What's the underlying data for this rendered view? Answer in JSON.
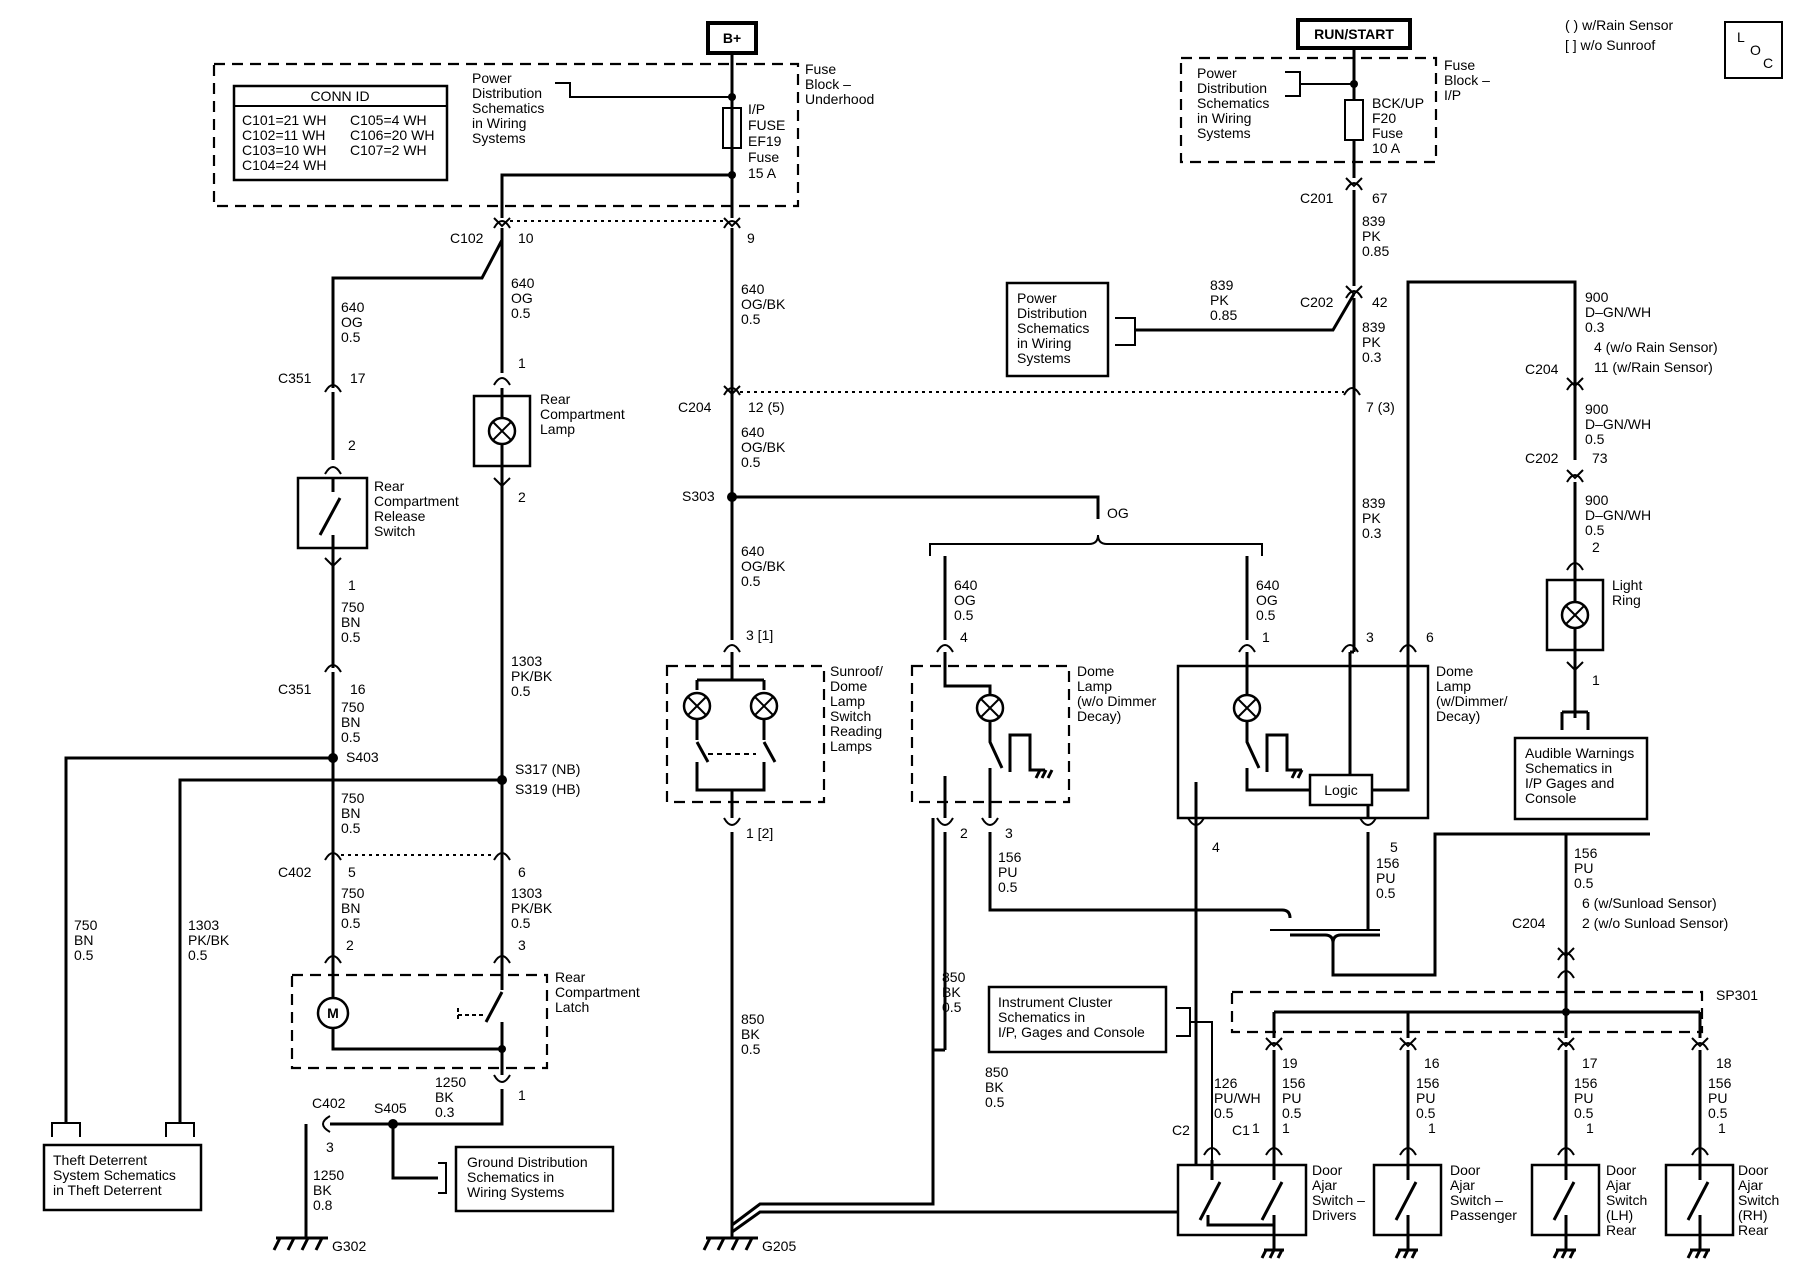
{
  "sources": {
    "b_plus": "B+",
    "run_start": "RUN/START"
  },
  "legend": {
    "rain": "( ) w/Rain Sensor",
    "sunroof": "[ ] w/o Sunroof",
    "loc": [
      "L",
      "O",
      "C"
    ]
  },
  "conn_id": {
    "title": "CONN ID",
    "rows": [
      "C101=21 WH",
      "C102=11 WH",
      "C103=10 WH",
      "C104=24 WH"
    ],
    "rows2": [
      "C105=4 WH",
      "C106=20 WH",
      "C107=2 WH"
    ]
  },
  "references": {
    "power_dist": [
      "Power",
      "Distribution",
      "Schematics",
      "in Wiring",
      "Systems"
    ],
    "audible": [
      "Audible Warnings",
      "Schematics in",
      "I/P Gages and",
      "Console"
    ],
    "cluster": [
      "Instrument Cluster",
      "Schematics in",
      "I/P, Gages and Console"
    ],
    "ground": [
      "Ground Distribution",
      "Schematics in",
      "Wiring Systems"
    ],
    "theft": [
      "Theft Deterrent",
      "System Schematics",
      "in Theft Deterrent"
    ]
  },
  "fuse_blocks": {
    "underhood": [
      "Fuse",
      "Block –",
      "Underhood"
    ],
    "ip": [
      "Fuse",
      "Block –",
      "I/P"
    ],
    "ef19": [
      "I/P",
      "FUSE",
      "EF19",
      "Fuse",
      "15 A"
    ],
    "f20": [
      "BCK/UP",
      "F20",
      "Fuse",
      "10 A"
    ]
  },
  "components": {
    "rear_lamp": [
      "Rear",
      "Compartment",
      "Lamp"
    ],
    "release_switch": [
      "Rear",
      "Compartment",
      "Release",
      "Switch"
    ],
    "latch": [
      "Rear",
      "Compartment",
      "Latch"
    ],
    "sunroof_lamp": [
      "Sunroof/",
      "Dome",
      "Lamp",
      "Switch",
      "Reading",
      "Lamps"
    ],
    "dome_no_dimmer": [
      "Dome",
      "Lamp",
      "(w/o Dimmer",
      "Decay)"
    ],
    "dome_dimmer": [
      "Dome",
      "Lamp",
      "(w/Dimmer/",
      "Decay)"
    ],
    "logic": "Logic",
    "light_ring": [
      "Light",
      "Ring"
    ],
    "door_driver": [
      "Door",
      "Ajar",
      "Switch –",
      "Drivers"
    ],
    "door_passenger": [
      "Door",
      "Ajar",
      "Switch –",
      "Passenger"
    ],
    "door_lh": [
      "Door",
      "Ajar",
      "Switch",
      "(LH)",
      "Rear"
    ],
    "door_rh": [
      "Door",
      "Ajar",
      "Switch",
      "(RH)",
      "Rear"
    ],
    "motor": "M"
  },
  "connectors": {
    "c102": "C102",
    "c102_10": "10",
    "c102_9": "9",
    "c351a": "C351",
    "c351a_pin": "17",
    "c351b": "C351",
    "c351b_pin": "16",
    "c204": "C204",
    "c204_pin": "12 (5)",
    "c204_right": "7 (3)",
    "c402": "C402",
    "c402_5": "5",
    "c402_6": "6",
    "c402b": "C402",
    "c402b_pin": "3",
    "c201": "C201",
    "c201_pin": "67",
    "c202": "C202",
    "c202_pin": "42",
    "c204r": "C204",
    "c204r_a": "4 (w/o Rain Sensor)",
    "c204r_b": "11 (w/Rain Sensor)",
    "c202r": "C202",
    "c202r_pin": "73",
    "c204s": "C204",
    "c204s_a": "6 (w/Sunload Sensor)",
    "c204s_b": "2 (w/o Sunload Sensor)",
    "c2": "C2",
    "c1": "C1"
  },
  "splices": {
    "s303": "S303",
    "s403": "S403",
    "s317": "S317 (NB)",
    "s319": "S319 (HB)",
    "s405": "S405",
    "sp301": "SP301",
    "g302": "G302",
    "g205": "G205",
    "og": "OG"
  },
  "pins": {
    "p1": "1",
    "p2": "2",
    "p3": "3",
    "p4": "4",
    "p5": "5",
    "p6": "6",
    "p16": "16",
    "p17": "17",
    "p18": "18",
    "p19": "19",
    "p3b": "3 [1]",
    "p1b": "1 [2]"
  },
  "wires": {
    "w640og": [
      "640",
      "OG",
      "0.5"
    ],
    "w640ogbk": [
      "640",
      "OG/BK",
      "0.5"
    ],
    "w750bn": [
      "750",
      "BN",
      "0.5"
    ],
    "w1303": [
      "1303",
      "PK/BK",
      "0.5"
    ],
    "w1250a": [
      "1250",
      "BK",
      "0.3"
    ],
    "w1250b": [
      "1250",
      "BK",
      "0.8"
    ],
    "w850": [
      "850",
      "BK",
      "0.5"
    ],
    "w839a": [
      "839",
      "PK",
      "0.85"
    ],
    "w839b": [
      "839",
      "PK",
      "0.3"
    ],
    "w900": [
      "900",
      "D–GN/WH",
      "0.3"
    ],
    "w900b": [
      "900",
      "D–GN/WH",
      "0.5"
    ],
    "w156": [
      "156",
      "PU",
      "0.5"
    ],
    "w156_1": [
      "156",
      "PU",
      "0.5",
      "1"
    ],
    "w126": [
      "126",
      "PU/WH",
      "0.5"
    ]
  }
}
